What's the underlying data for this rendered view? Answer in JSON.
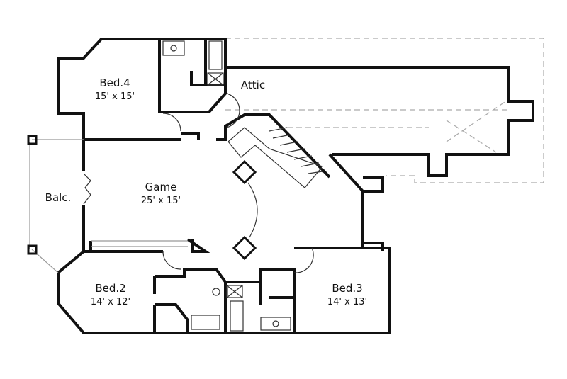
{
  "rooms": [
    {
      "name": "Bed.4",
      "size": "15' x 15'"
    },
    {
      "name": "Attic"
    },
    {
      "name": "Game",
      "size": "25' x 15'"
    },
    {
      "name": "Balc."
    },
    {
      "name": "Bed.2",
      "size": "14' x 12'"
    },
    {
      "name": "Bed.3",
      "size": "14' x 13'"
    }
  ]
}
